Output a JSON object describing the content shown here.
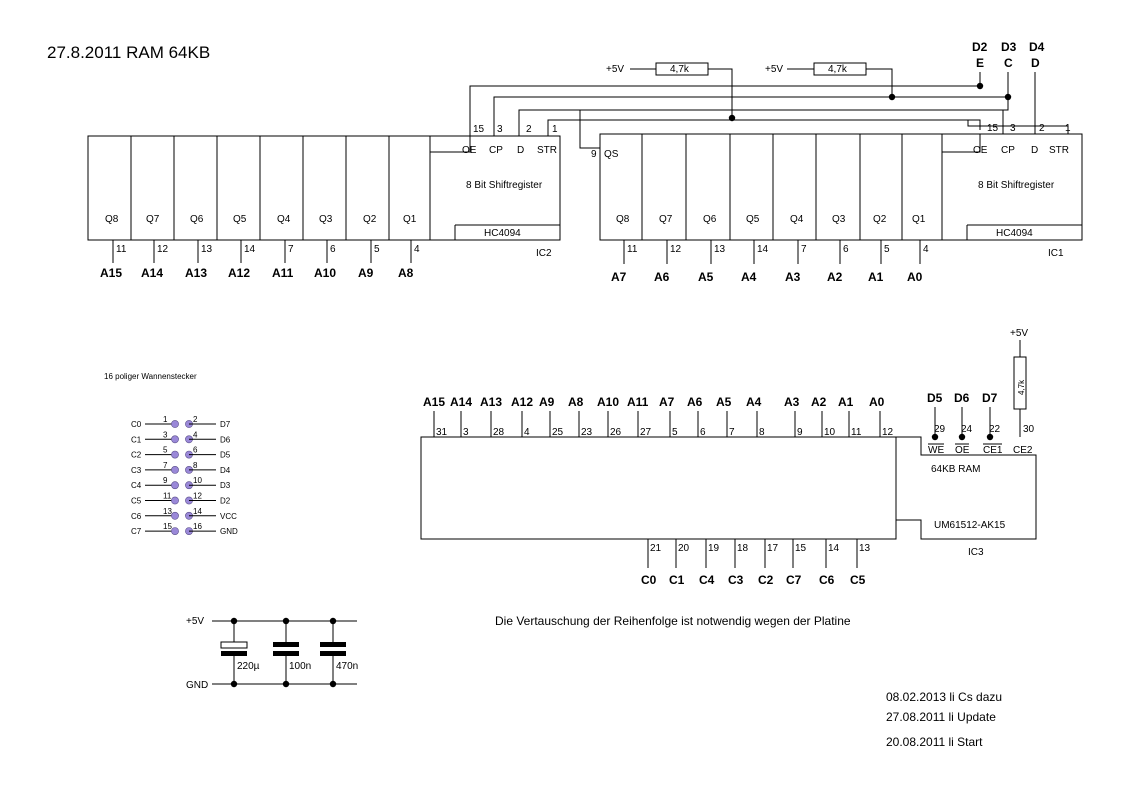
{
  "title": "27.8.2011 RAM 64KB",
  "note": "Die Vertauschung der Reihenfolge ist notwendig wegen der Platine",
  "history": [
    "08.02.2013 li  Cs dazu",
    "27.08.2011 li  Update",
    "20.08.2011 li  Start"
  ],
  "ic2": {
    "name": "IC2",
    "part": "HC4094",
    "func": "8 Bit Shiftregister",
    "ctrl": [
      "OE",
      "CP",
      "D",
      "STR"
    ],
    "ctrl_pins": [
      "15",
      "3",
      "2",
      "1"
    ],
    "outputs": [
      "Q8",
      "Q7",
      "Q6",
      "Q5",
      "Q4",
      "Q3",
      "Q2",
      "Q1"
    ],
    "out_pins": [
      "11",
      "12",
      "13",
      "14",
      "7",
      "6",
      "5",
      "4"
    ],
    "signals": [
      "A15",
      "A14",
      "A13",
      "A12",
      "A11",
      "A10",
      "A9",
      "A8"
    ]
  },
  "ic1": {
    "name": "IC1",
    "part": "HC4094",
    "func": "8 Bit Shiftregister",
    "ctrl": [
      "OE",
      "CP",
      "D",
      "STR"
    ],
    "ctrl_pins": [
      "15",
      "3",
      "2",
      "1"
    ],
    "qs": "QS",
    "qs_pin": "9",
    "outputs": [
      "Q8",
      "Q7",
      "Q6",
      "Q5",
      "Q4",
      "Q3",
      "Q2",
      "Q1"
    ],
    "out_pins": [
      "11",
      "12",
      "13",
      "14",
      "7",
      "6",
      "5",
      "4"
    ],
    "signals": [
      "A7",
      "A6",
      "A5",
      "A4",
      "A3",
      "A2",
      "A1",
      "A0"
    ]
  },
  "resistors": [
    "4,7k",
    "4,7k"
  ],
  "supply": "+5V",
  "top_data": [
    {
      "pin": "D2",
      "sig": "E"
    },
    {
      "pin": "D3",
      "sig": "C"
    },
    {
      "pin": "D4",
      "sig": "D"
    }
  ],
  "ram": {
    "name": "IC3",
    "part": "UM61512-AK15",
    "desc": "64KB RAM",
    "addr_signals": [
      "A15",
      "A14",
      "A13",
      "A12",
      "A9",
      "A8",
      "A10",
      "A11",
      "A7",
      "A6",
      "A5",
      "A4",
      "A3",
      "A2",
      "A1",
      "A0"
    ],
    "addr_pins": [
      "31",
      "3",
      "28",
      "4",
      "25",
      "23",
      "26",
      "27",
      "5",
      "6",
      "7",
      "8",
      "9",
      "10",
      "11",
      "12"
    ],
    "ctrl_signals": [
      "D5",
      "D6",
      "D7"
    ],
    "ctrl_names": [
      "WE",
      "OE",
      "CE1",
      "CE2"
    ],
    "ctrl_pins": [
      "29",
      "24",
      "22",
      "30"
    ],
    "ce2_res": "4,7k",
    "data_pins": [
      "21",
      "20",
      "19",
      "18",
      "17",
      "15",
      "14",
      "13"
    ],
    "data_signals": [
      "C0",
      "C1",
      "C4",
      "C3",
      "C2",
      "C7",
      "C6",
      "C5"
    ]
  },
  "connector": {
    "title": "16 poliger Wannenstecker",
    "left_labels": [
      "C0",
      "C1",
      "C2",
      "C3",
      "C4",
      "C5",
      "C6",
      "C7"
    ],
    "left_pins": [
      "1",
      "3",
      "5",
      "7",
      "9",
      "11",
      "13",
      "15"
    ],
    "right_pins": [
      "2",
      "4",
      "6",
      "8",
      "10",
      "12",
      "14",
      "16"
    ],
    "right_labels": [
      "D7",
      "D6",
      "D5",
      "D4",
      "D3",
      "D2",
      "VCC",
      "GND"
    ]
  },
  "power": {
    "vcc": "+5V",
    "gnd": "GND",
    "caps": [
      "220µ",
      "100n",
      "470n"
    ]
  }
}
